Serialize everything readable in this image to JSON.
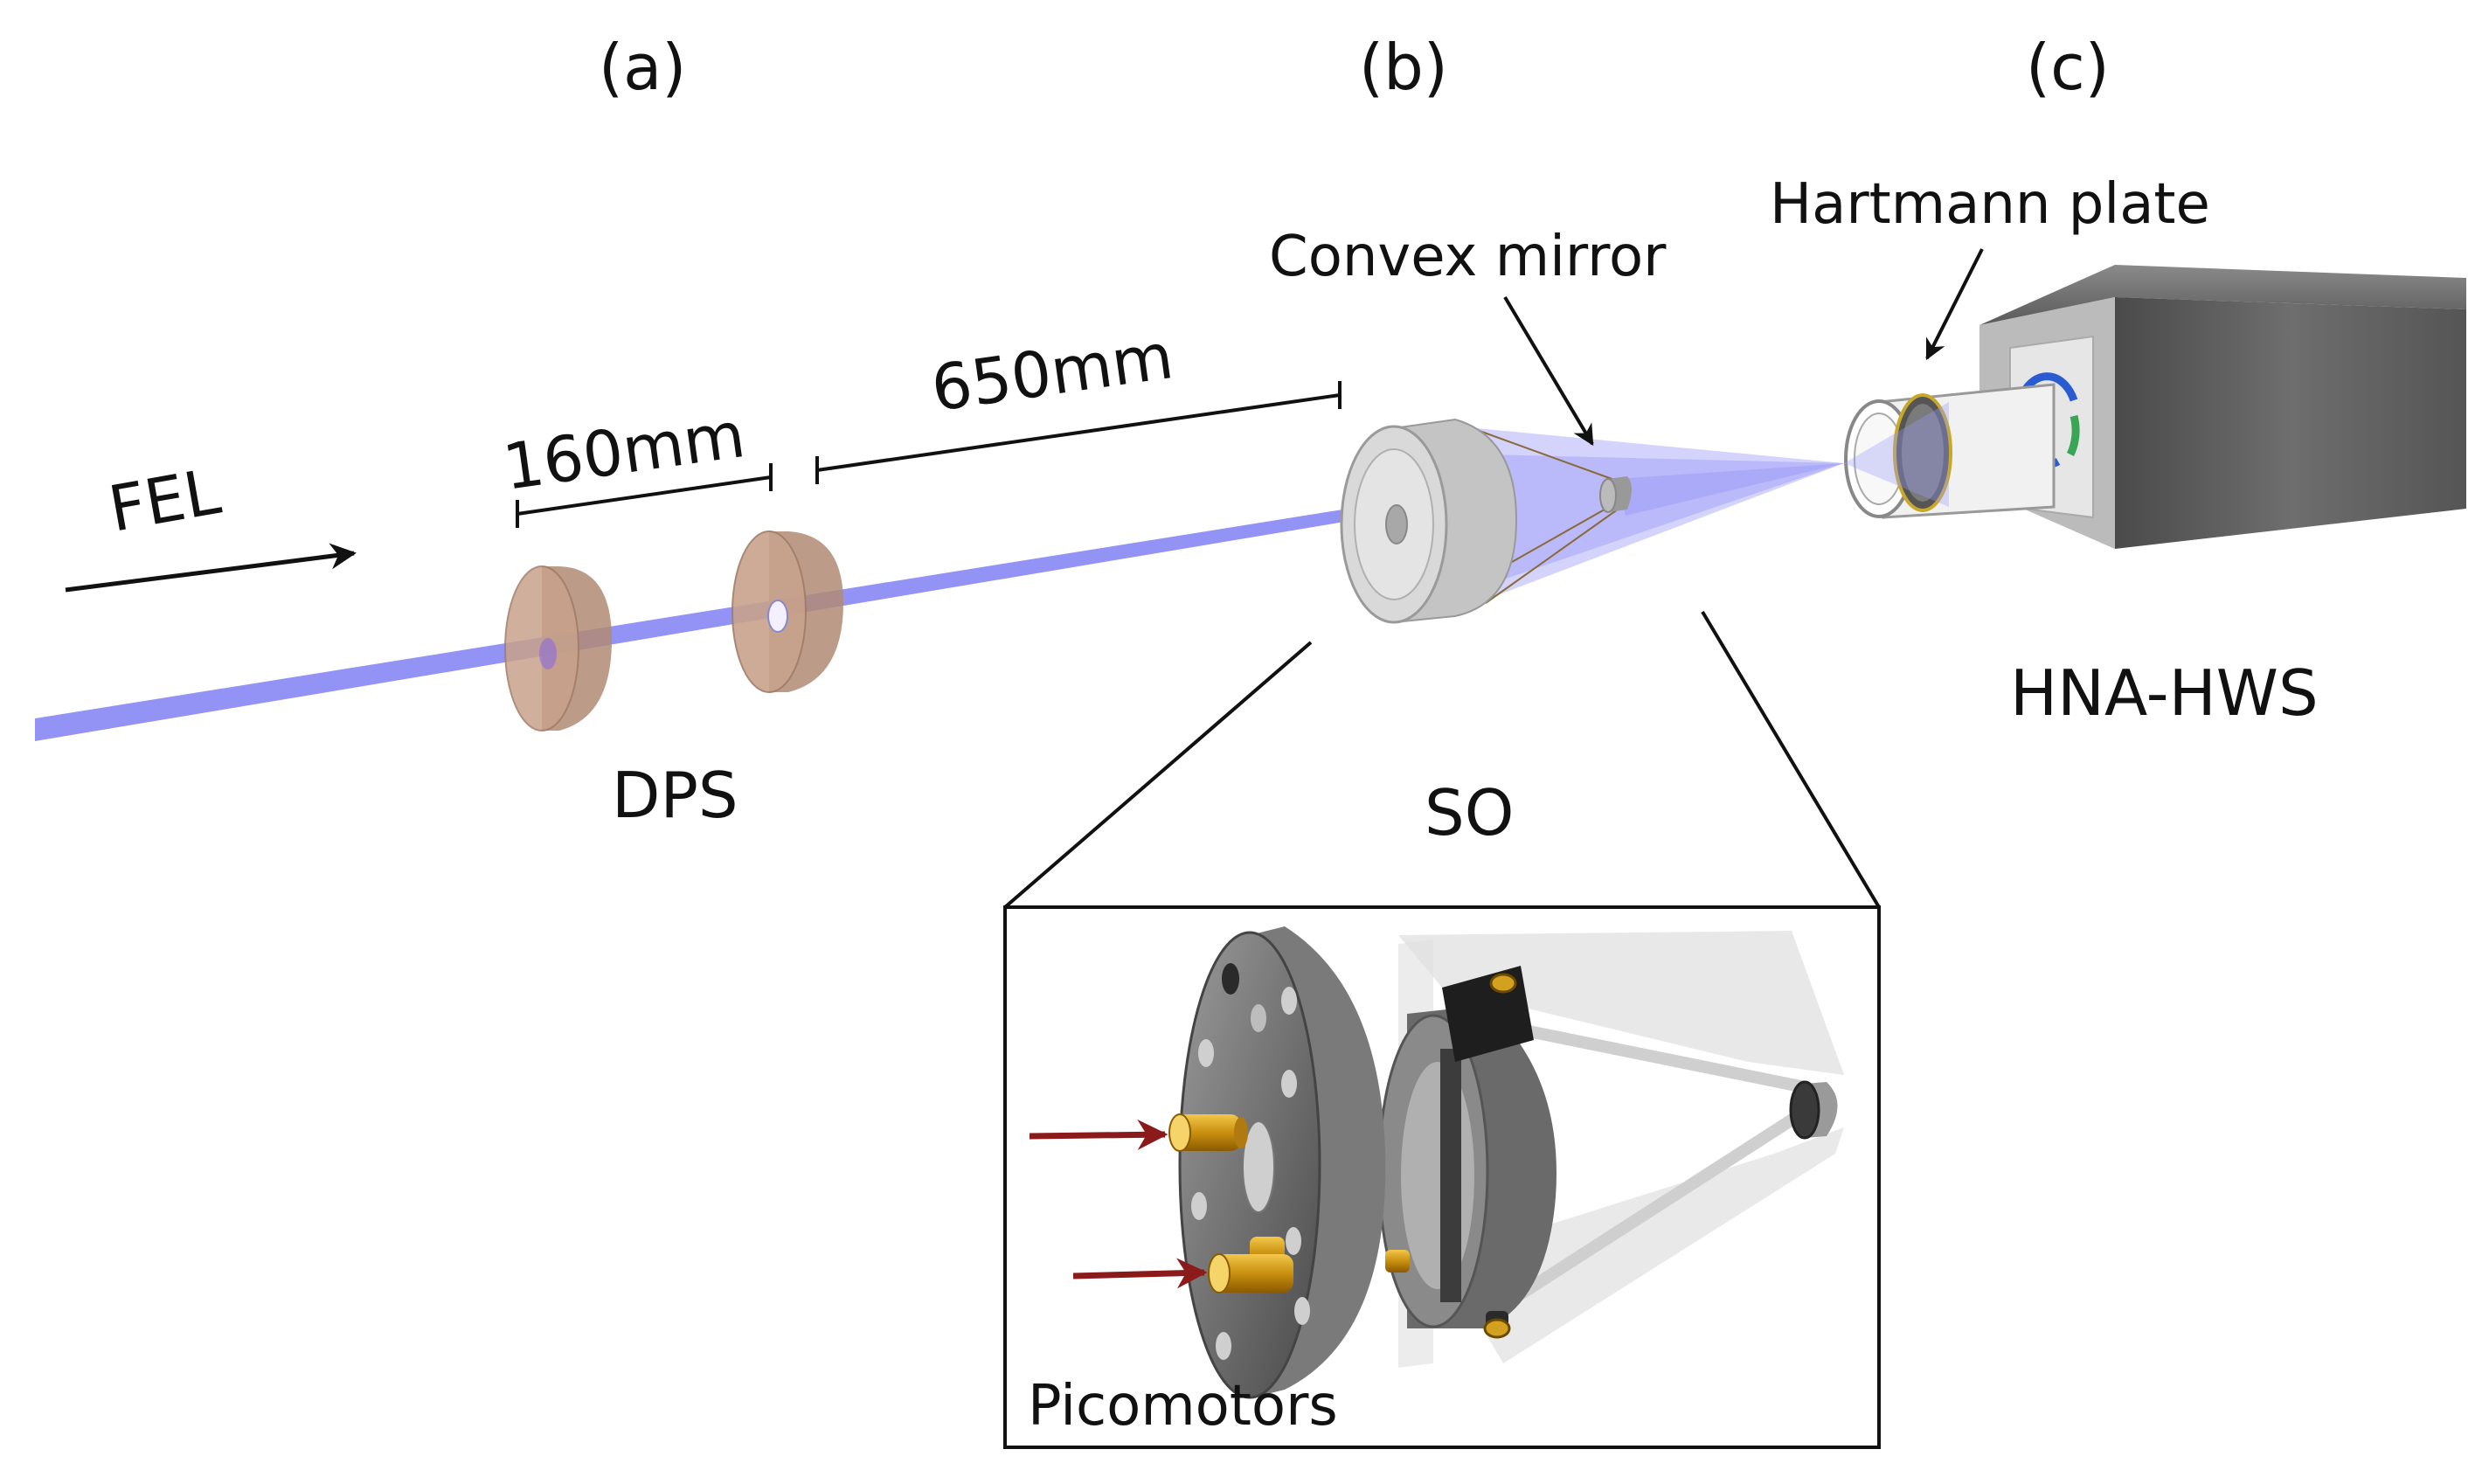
{
  "labels": {
    "panel_a": "(a)",
    "panel_b": "(b)",
    "panel_c": "(c)",
    "fel": "FEL",
    "dist_160": "160mm",
    "dist_650": "650mm",
    "dps": "DPS",
    "so": "SO",
    "convex_mirror": "Convex mirror",
    "hartmann_plate": "Hartmann plate",
    "hna_hws": "HNA-HWS",
    "picomotors": "Picomotors"
  },
  "colors": {
    "beam": "#8080f5",
    "aperture": "#c8a28c",
    "arrow_red": "#8b1a1a",
    "brass": "#d4a020",
    "housing": "#5e5e5e",
    "aluminium": "#d4d4d4"
  }
}
